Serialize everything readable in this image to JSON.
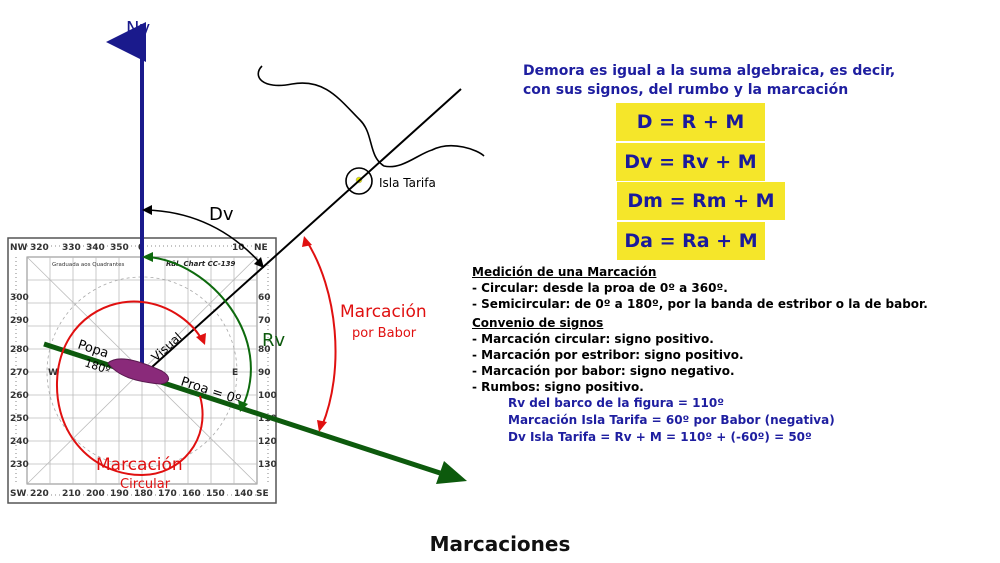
{
  "diagram": {
    "north_label": "Nv",
    "dv_label": "Dv",
    "rv_label": "Rv",
    "visual_label": "Visual",
    "popa_label": "Popa",
    "popa_deg": "180º",
    "proa_label": "Proa = 0º",
    "island_label": "Isla Tarifa",
    "marcacion_babor_1": "Marcación",
    "marcacion_babor_2": "por Babor",
    "marcacion_circular_1": "Marcación",
    "marcacion_circular_2": "Circular",
    "chart_title": "Rül. Chart CC-139",
    "chart_subtitle": "Graduada aos Quadrantes",
    "compass_top": [
      "NW",
      "320",
      "330",
      "340",
      "350",
      "0",
      "10",
      "NE"
    ],
    "compass_bottom": [
      "SW",
      "220",
      "210",
      "200",
      "190",
      "180",
      "170",
      "160",
      "150",
      "140",
      "SE"
    ],
    "compass_left": [
      "300",
      "290",
      "280",
      "270",
      "260",
      "250",
      "240",
      "230"
    ],
    "compass_right": [
      "60",
      "70",
      "80",
      "90",
      "100",
      "110",
      "120",
      "130"
    ],
    "compass_w": "W",
    "compass_e": "E"
  },
  "intro": {
    "line1": "Demora es igual a la suma algebraica, es decir,",
    "line2": "con sus signos, del rumbo y la marcación"
  },
  "formulas": [
    "D = R + M",
    "Dv = Rv + M",
    "Dm = Rm + M",
    "Da = Ra + M"
  ],
  "medicion": {
    "title": "Medición de una Marcación",
    "items": [
      "- Circular: desde la proa de 0º a 360º.",
      "- Semicircular: de 0º a 180º, por la banda de estribor o la de babor."
    ]
  },
  "convenio": {
    "title": "Convenio de signos",
    "items": [
      "- Marcación circular: signo positivo.",
      "- Marcación por estribor: signo positivo.",
      "- Marcación por babor: signo negativo.",
      "- Rumbos: signo positivo."
    ]
  },
  "example": {
    "line1": "Rv del barco de la figura = 110º",
    "line2": "Marcación Isla Tarifa = 60º por Babor (negativa)",
    "line3": "Dv Isla Tarifa = Rv + M = 110º + (-60º) = 50º"
  },
  "caption": "Marcaciones",
  "colors": {
    "north_line": "#1a1a8c",
    "course_line": "#0d5a0d",
    "marcacion": "#e01010",
    "formula_bg": "#f5e62a",
    "formula_text": "#1a1a9c",
    "ship": "#8a2a7a"
  }
}
